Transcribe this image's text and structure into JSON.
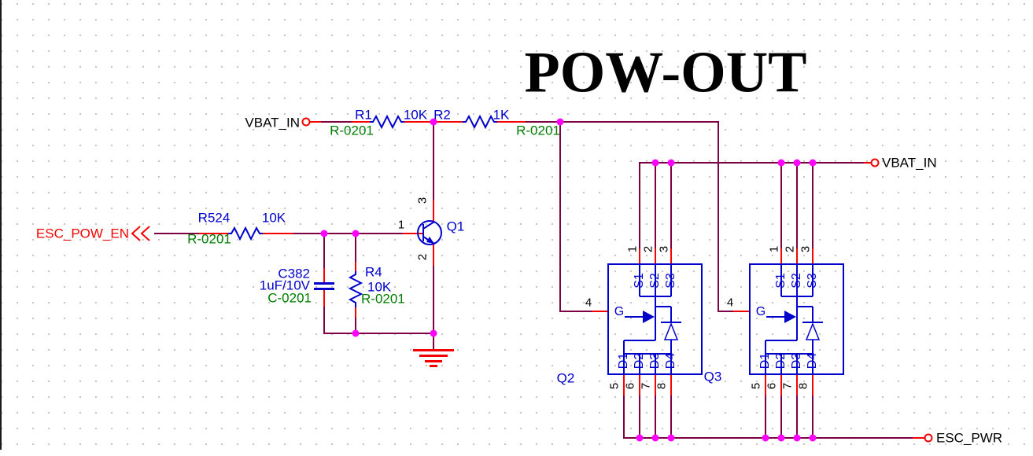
{
  "title": "POW-OUT",
  "ports": {
    "vbat_in_left": "VBAT_IN",
    "vbat_in_right": "VBAT_IN",
    "esc_pow_en": "ESC_POW_EN",
    "esc_pwr": "ESC_PWR"
  },
  "components": {
    "r1": {
      "ref": "R1",
      "value": "10K",
      "footprint": "R-0201"
    },
    "r2": {
      "ref": "R2",
      "value": "1K",
      "footprint": "R-0201"
    },
    "r524": {
      "ref": "R524",
      "value": "10K",
      "footprint": "R-0201"
    },
    "r4": {
      "ref": "R4",
      "value": "10K",
      "footprint": "R-0201"
    },
    "c382": {
      "ref": "C382",
      "value": "1uF/10V",
      "footprint": "C-0201"
    },
    "q1": {
      "ref": "Q1",
      "pin_base": "1",
      "pin_emitter": "2",
      "pin_collector": "3"
    },
    "q2": {
      "ref": "Q2"
    },
    "q3": {
      "ref": "Q3"
    }
  },
  "mosfet": {
    "gate_name": "G",
    "gate_num": "4",
    "s_names": [
      "S1",
      "S2",
      "S3"
    ],
    "s_nums": [
      "1",
      "2",
      "3"
    ],
    "d_names": [
      "D1",
      "D2",
      "D3",
      "D4"
    ],
    "d_nums": [
      "5",
      "6",
      "7",
      "8"
    ]
  },
  "colors": {
    "wire": "#7d0045",
    "pin": "#f40000",
    "component": "#0000cc",
    "footprint": "#007d00",
    "junction": "#ff00ff",
    "text": "#000000"
  }
}
